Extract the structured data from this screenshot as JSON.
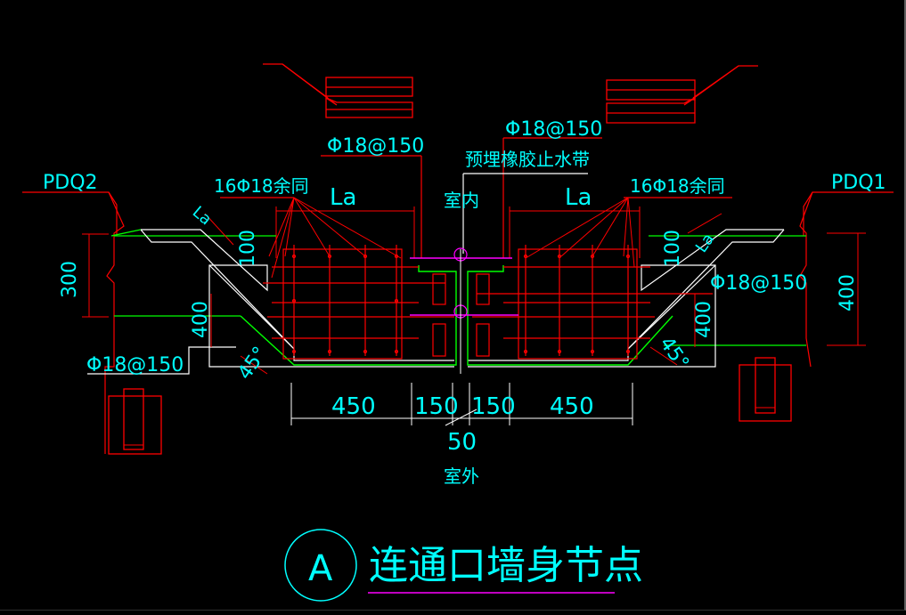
{
  "labels": {
    "pdq_left": "PDQ2",
    "pdq_right": "PDQ1",
    "rebar_top_left": "Φ18@150",
    "rebar_top_right": "Φ18@150",
    "rebar_mid_right": "Φ18@150",
    "rebar_bottom_left": "Φ18@150",
    "waterstop": "预埋橡胶止水带",
    "bars_left": "16Φ18余同",
    "bars_right": "16Φ18余同",
    "la_left": "La",
    "la_right": "La",
    "indoor": "室内",
    "outdoor": "室外",
    "dim_300": "300",
    "dim_400_left": "400",
    "dim_400_right": "400",
    "dim_400_far_right": "400",
    "dim_100_left": "100",
    "dim_100_right": "100",
    "dim_la_left": "La",
    "dim_la_right": "La",
    "angle_left": "45°",
    "angle_right": "45°",
    "dim_450_left": "450",
    "dim_150_left": "150",
    "dim_150_right": "150",
    "dim_450_right": "450",
    "dim_50": "50",
    "detail_mark": "A",
    "detail_title": "连通口墙身节点"
  },
  "colors": {
    "background": "#000000",
    "text": "#00ffff",
    "rebar": "#ff0000",
    "outline": "#ffffff",
    "slab": "#00ff00",
    "centerline": "#ff00ff"
  }
}
